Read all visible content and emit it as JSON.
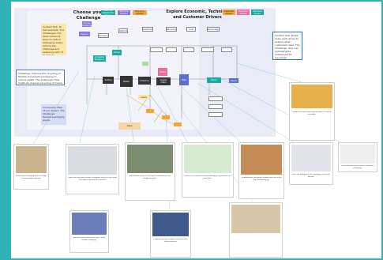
{
  "board": {
    "choose_title": "Choose your Challenge",
    "explore_title": "Explore Economic, Technical and Customer Drivers",
    "top_tags": [
      "Customer Stakeholder Choices",
      "Technical Drivers",
      "Economic Drivers"
    ],
    "right_tags": [
      "Customer Drivers",
      "Economic Drivers",
      "Technical Drivers"
    ]
  },
  "notes": {
    "left_top": "Context Hub: Hi test example. The Challenges: the team looked at ways to reduce packaging waste, picking the challenge and exploring each of its drivers.",
    "left_mid": "Challenge: Improve the recycling of flexible and plastic packaging to reduce waste. The Challenge: How might we improve recycling of mixed material packaging?",
    "left_low": "Conclusion: Map of our drivers. The Challenge: Reduce packaging waste.",
    "right": "Context Hub: Break down each driver to explore what customers need. The Challenge: How can packaging be redesigned for recycling?"
  },
  "nodes": {
    "n1": "Choose Challenge",
    "n2": "Explore",
    "n3": "Packaging",
    "n4": "Materials",
    "n5": "Customer",
    "n6": "Recycling",
    "n7": "Cost",
    "n8": "Technology",
    "n9": "Consumer Behaviour",
    "n10": "Design",
    "n11": "Waste",
    "n12": "Sorting",
    "n13": "Plastic",
    "n14": "Collection",
    "n15": "Supply Chain",
    "n16": "Data",
    "n17": "Policy",
    "n18": "Reuse",
    "n19": "Labels",
    "n20": "Value"
  },
  "photos": [
    {
      "caption": "Mixed snack packaging in a clear bag, contains labels and tray."
    },
    {
      "caption": "Plastic film with food residue. Packaging: Recycled? No. Photo of flexible wrap with printed label."
    },
    {
      "caption": "Bag of salad leaves in clear bag. Flexible plastic, not widely recycled."
    },
    {
      "caption": "Green lid container and mixed packaging. Rigid plastic tub with label."
    },
    {
      "caption": "Cardboard box with plastic window and film. Mixed material packaging."
    },
    {
      "caption": "Food tray wrapped in film. Packaging: Recycled? Partially."
    },
    {
      "caption": "Cable and small plastic parts. Electronics packaging."
    },
    {
      "caption": "Orange juice bottle with cap and label. PET bottle, recyclable."
    },
    {
      "caption": "Assorted sweets packets in a pile. Mixed flexible packaging."
    },
    {
      "caption": "Crisps packet and wrapper. Metallised film, hard to recycle."
    }
  ]
}
